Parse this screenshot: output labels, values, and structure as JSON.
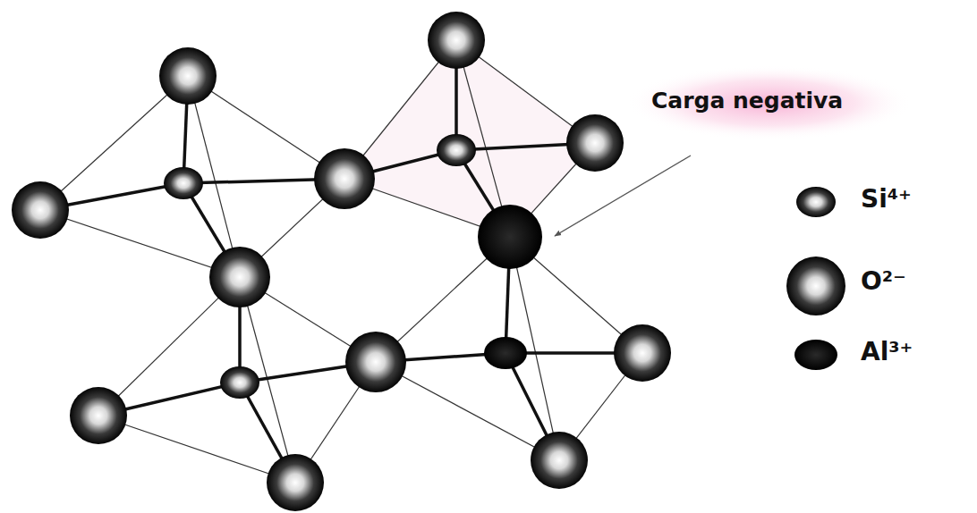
{
  "diagram": {
    "labels": [
      "Carga negativa"
    ],
    "legend": [
      {
        "text": "Si⁴⁺"
      },
      {
        "text": "O²⁻"
      },
      {
        "text": "Al³⁺"
      }
    ]
  }
}
